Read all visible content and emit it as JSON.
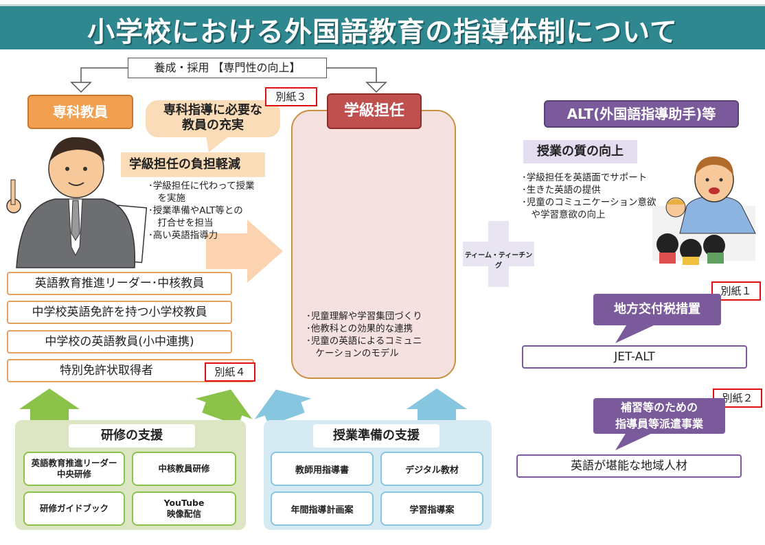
{
  "title": "小学校における外国語教育の指導体制について",
  "top_note": "養成・採用 【専門性の向上】",
  "specialist": {
    "header": "専科教員",
    "callout": "専科指導に必要な\n教員の充実",
    "burden_label": "学級担任の負担軽減",
    "bullets": "･学級担任に代わって授業\n　を実施\n･授業準備やALT等との\n　打合せを担当\n･高い英語指導力",
    "roles": [
      "英語教育推進リーダー･中核教員",
      "中学校英語免許を持つ小学校教員",
      "中学校の英語教員(小中連携)",
      "特別免許状取得者"
    ]
  },
  "tags": {
    "tag3": "別紙３",
    "tag4": "別紙４",
    "tag1": "別紙１",
    "tag2": "別紙２"
  },
  "homeroom": {
    "header": "学級担任",
    "bullets": "･児童理解や学習集団づくり\n･他教科との効果的な連携\n･児童の英語によるコミュニ\n　ケーションのモデル"
  },
  "team_teaching": "ティーム・ティーチング",
  "alt": {
    "header": "ALT(外国語指導助手)等",
    "quality_label": "授業の質の向上",
    "bullets": "･学級担任を英語面でサポート\n･生きた英語の提供\n･児童のコミュニケーション意欲\n　や学習意欲の向上"
  },
  "tax": {
    "label": "地方交付税措置",
    "box": "JET-ALT"
  },
  "dispatch": {
    "label": "補習等のための\n指導員等派遣事業",
    "box": "英語が堪能な地域人材"
  },
  "training": {
    "title": "研修の支援",
    "items": [
      "英語教育推進リーダー\n中央研修",
      "中核教員研修",
      "研修ガイドブック",
      "YouTube\n映像配信"
    ]
  },
  "prep": {
    "title": "授業準備の支援",
    "items": [
      "教師用指導書",
      "デジタル教材",
      "年間指導計画案",
      "学習指導案"
    ]
  },
  "colors": {
    "title_bg": "#2f8790",
    "orange": "#f0a050",
    "red": "#c0504d",
    "purple": "#7a5a9b",
    "green": "#8bc34a",
    "blue": "#86c6df"
  }
}
